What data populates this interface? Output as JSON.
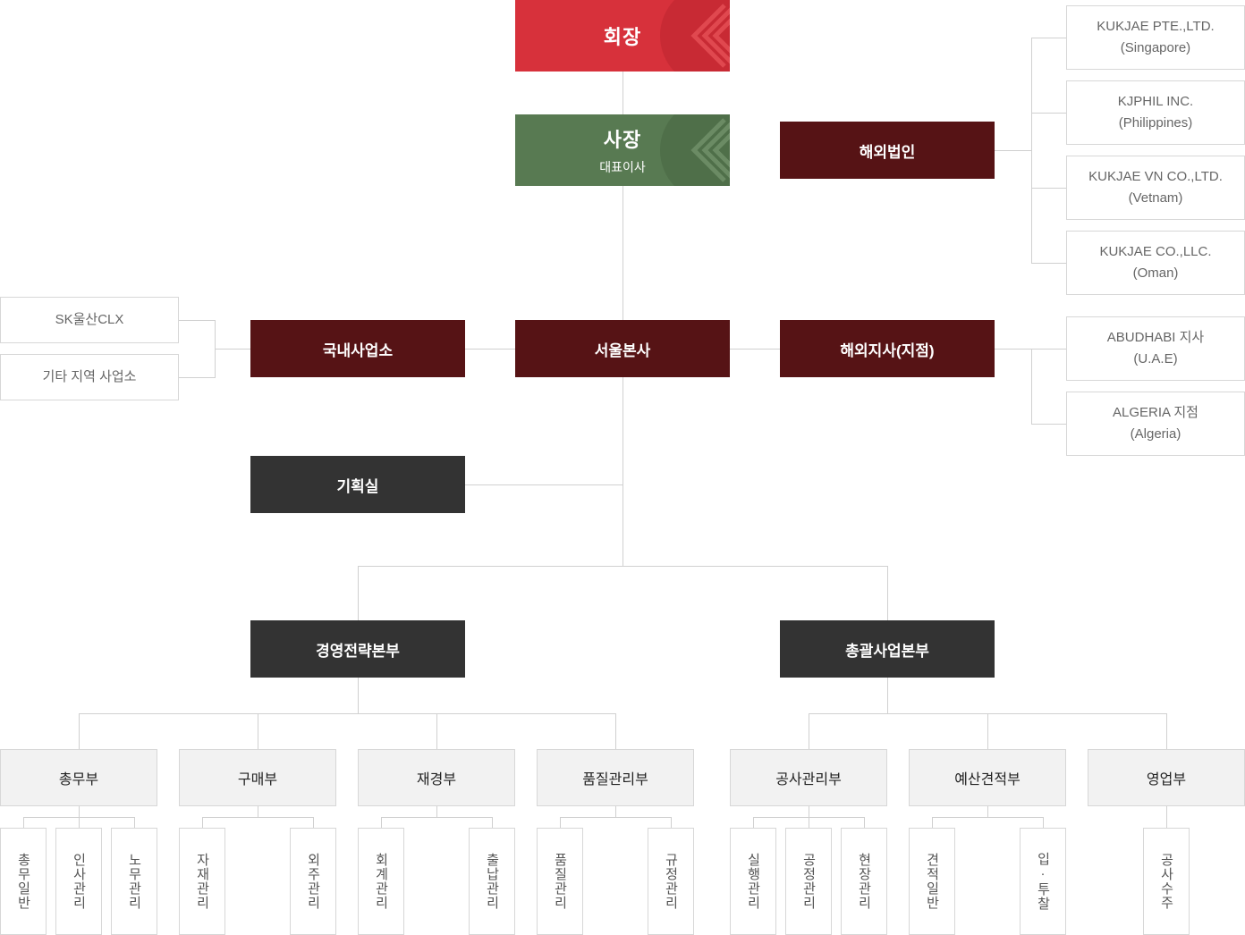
{
  "top": {
    "chairman": "회장",
    "president": "사장",
    "president_sub": "대표이사",
    "overseas_corp": "해외법인",
    "seoul_hq": "서울본사",
    "domestic": "국내사업소",
    "overseas_branch": "해외지사(지점)",
    "planning": "기획실",
    "div_management": "경영전략본부",
    "div_business": "총괄사업본부"
  },
  "overseas_corps": [
    {
      "name": "KUKJAE PTE.,LTD.",
      "country": "(Singapore)"
    },
    {
      "name": "KJPHIL INC.",
      "country": "(Philippines)"
    },
    {
      "name": "KUKJAE VN CO.,LTD.",
      "country": "(Vetnam)"
    },
    {
      "name": "KUKJAE CO.,LLC.",
      "country": "(Oman)"
    }
  ],
  "overseas_branches": [
    {
      "name": "ABUDHABI 지사",
      "country": "(U.A.E)"
    },
    {
      "name": "ALGERIA 지점",
      "country": "(Algeria)"
    }
  ],
  "domestic_sites": [
    "SK울산CLX",
    "기타 지역 사업소"
  ],
  "departments": [
    {
      "name": "총무부",
      "teams": [
        "총무일반",
        "인사관리",
        "노무관리"
      ]
    },
    {
      "name": "구매부",
      "teams": [
        "자재관리",
        "외주관리"
      ]
    },
    {
      "name": "재경부",
      "teams": [
        "회계관리",
        "출납관리"
      ]
    },
    {
      "name": "품질관리부",
      "teams": [
        "품질관리",
        "규정관리"
      ]
    },
    {
      "name": "공사관리부",
      "teams": [
        "실행관리",
        "공정관리",
        "현장관리"
      ]
    },
    {
      "name": "예산견적부",
      "teams": [
        "견적일반",
        "입·투찰"
      ]
    },
    {
      "name": "영업부",
      "teams": [
        "공사수주"
      ]
    }
  ],
  "colors": {
    "chairman": "#d7313b",
    "president": "#587a52",
    "maroon": "#561315",
    "dark": "#333333",
    "line": "#d0d0d0"
  }
}
